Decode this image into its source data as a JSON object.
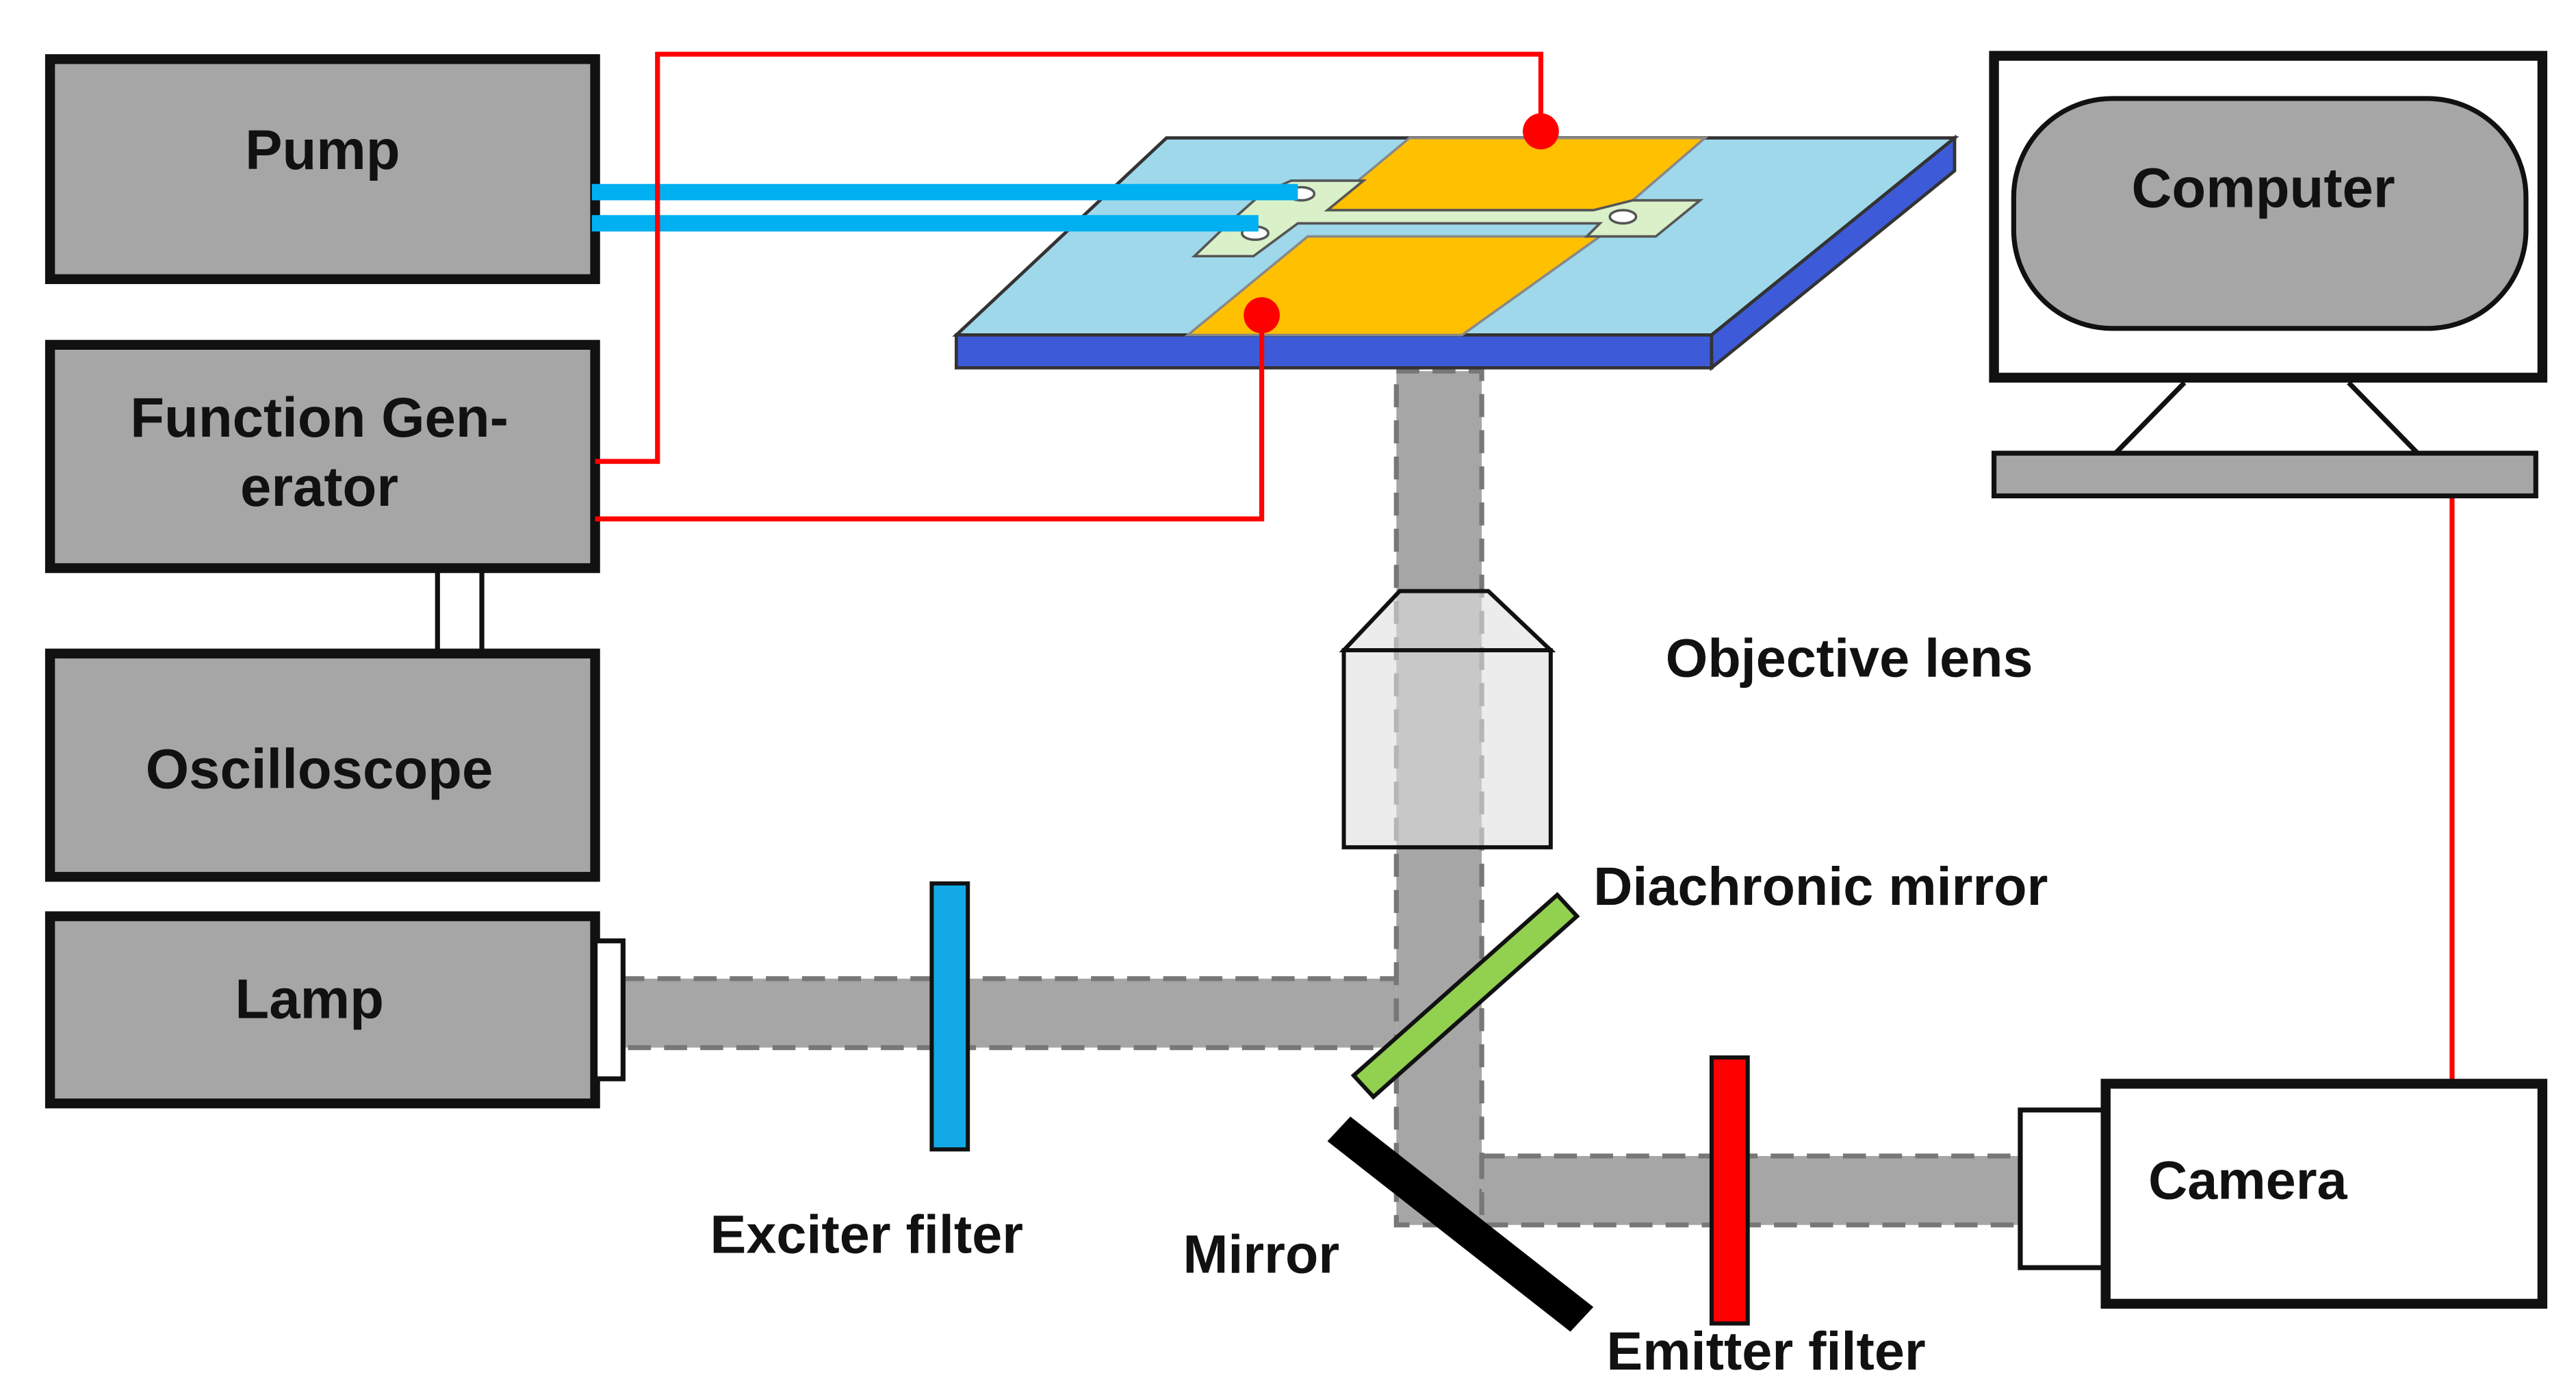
{
  "devices": {
    "pump": {
      "label": "Pump"
    },
    "function_generator": {
      "label_line1": "Function Gen-",
      "label_line2": "erator"
    },
    "oscilloscope": {
      "label": "Oscilloscope"
    },
    "lamp": {
      "label": "Lamp"
    },
    "computer": {
      "label": "Computer"
    },
    "camera": {
      "label": "Camera"
    }
  },
  "optics": {
    "objective_lens": {
      "label": "Objective lens"
    },
    "dichroic_mirror": {
      "label": "Diachronic mirror"
    },
    "exciter_filter": {
      "label": "Exciter filter"
    },
    "mirror": {
      "label": "Mirror"
    },
    "emitter_filter": {
      "label": "Emitter filter"
    }
  },
  "colors": {
    "device_fill": "#a6a6a6",
    "device_stroke": "#111111",
    "wire": "#ff0000",
    "tubing": "#00b0f0",
    "chip_glass": "#9ed8ea",
    "chip_side": "#3d5bd9",
    "electrode": "#ffc000",
    "channel": "#d9f0c8",
    "light_path": "#a6a6a6",
    "exciter_filter": "#12a9e6",
    "dichroic_mirror": "#92d050",
    "emitter_filter": "#ff0000",
    "mirror": "#000000"
  }
}
